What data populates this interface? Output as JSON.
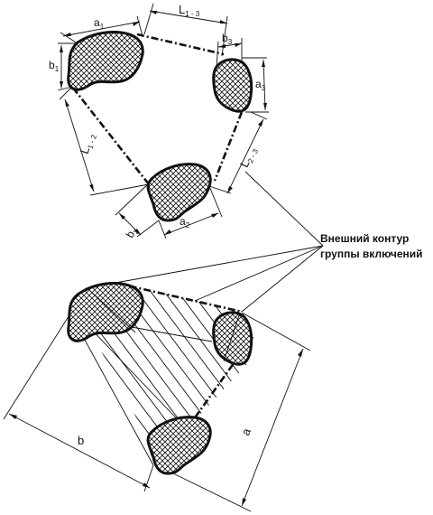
{
  "top_figure": {
    "labels": {
      "a1": "a",
      "a1_sub": "1",
      "b1": "b",
      "b1_sub": "1",
      "L13": "L",
      "L13_sub": "1 - 3",
      "b3": "b",
      "b3_sub": "3",
      "a3": "a",
      "a3_sub": "3",
      "L12": "L",
      "L12_sub": "1 - 2",
      "L23": "L",
      "L23_sub": "2 - 3",
      "b2": "b",
      "b2_sub": "2",
      "a2": "a",
      "a2_sub": "2"
    }
  },
  "callout": {
    "line1": "Внешний контур",
    "line2": "группы включений"
  },
  "bottom_figure": {
    "labels": {
      "a": "a",
      "b": "b"
    }
  }
}
